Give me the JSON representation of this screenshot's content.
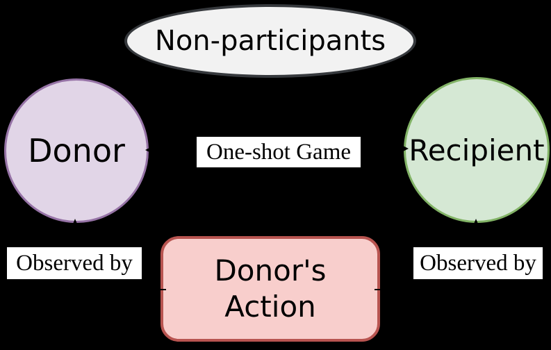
{
  "diagram": {
    "title_shape": {
      "label": "Non-participants"
    },
    "donor": {
      "label": "Donor"
    },
    "recipient": {
      "label": "Recipient"
    },
    "donors_action": {
      "label": "Donor's\nAction"
    },
    "edges": {
      "one_shot_game": {
        "label": "One-shot Game",
        "from": "Donor",
        "to": "Recipient",
        "style": "double-arrow"
      },
      "observed_by_left": {
        "label": "Observed by",
        "from": "Donor's Action",
        "to": "Donor",
        "style": "arrow"
      },
      "observed_by_right": {
        "label": "Observed by",
        "from": "Donor's Action",
        "to": "Recipient",
        "style": "arrow"
      }
    }
  },
  "colors": {
    "background": "#000000",
    "nonparticipants_fill": "#f2f2f2",
    "nonparticipants_stroke": "#36393d",
    "donor_fill": "#e1d5e7",
    "donor_stroke": "#9673a6",
    "recipient_fill": "#d5e8d4",
    "recipient_stroke": "#82b366",
    "action_fill": "#f8cecc",
    "action_stroke": "#b85450",
    "edge_color": "#000000",
    "label_bg": "#ffffff",
    "text_color": "#000000"
  }
}
